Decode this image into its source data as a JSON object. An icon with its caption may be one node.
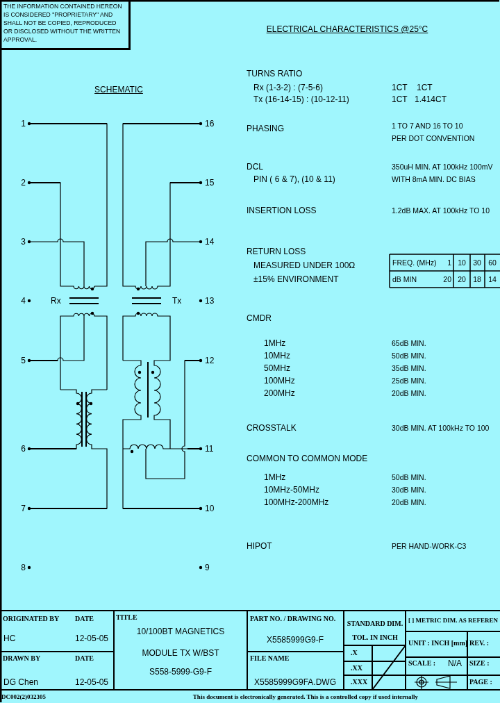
{
  "diagram": {
    "nodes": [
      {
        "text": [
          "THE INFORMATION CONTAINED HEREON IS CONSIDERED \"PROPRIETARY\" AND SHALL NOT BE COPIED, REPRODUCED OR DISCLOSED WITHOUT THE WRITTEN APPROVAL."
        ]
      }
    ],
    "labels": [
      "ELECTRICAL CHARACTERISTICS @25°C",
      "TURNS RATIO",
      "SCHEMATIC",
      "Rx (1-3-2) : (7-5-6)",
      "1CT",
      "1CT",
      "Tx (16-14-15) : (10-12-11)",
      "1CT",
      "1.414CT",
      "1",
      "16",
      "2",
      "15",
      "3",
      "14",
      "4",
      "Rx",
      "Tx",
      "13",
      "5",
      "12",
      "6",
      "11",
      "7",
      "10",
      "8",
      "9",
      "PHASING",
      "1 TO 7 AND 16 TO 10",
      "PER DOT CONVENTION",
      "DCL",
      "350uH MIN. AT 100kHz 100mV",
      "PIN ( 6 & 7), (10 & 11)",
      "WITH 8mA MIN. DC BIAS",
      "INSERTION LOSS",
      "1.2dB MAX. AT 100kHz TO 10",
      "RETURN LOSS",
      "MEASURED UNDER 100Ω",
      "±15% ENVIRONMENT",
      "FREQ. (MHz)",
      "1",
      "10",
      "30",
      "60",
      "dB MIN",
      "20",
      "20",
      "18",
      "14",
      "CMDR",
      "1MHz",
      "65dB MIN.",
      "10MHz",
      "50dB MIN.",
      "50MHz",
      "35dB MIN.",
      "100MHz",
      "25dB MIN.",
      "200MHz",
      "20dB MIN.",
      "CROSSTALK",
      "30dB MIN. AT 100kHz TO 100",
      "COMMON TO COMMON MODE",
      "1MHz",
      "50dB MIN.",
      "10MHz-50MHz",
      "30dB MIN.",
      "100MHz-200MHz",
      "20dB MIN.",
      "HIPOT",
      "PER HAND-WORK-C3",
      "ORIGINATED BY",
      "DATE",
      "TITLE",
      "PART NO. / DRAWING NO.",
      "STANDARD DIM.",
      "[ ] METRIC DIM. AS REFEREN",
      "10/100BT MAGNETICS",
      "HC",
      "12-05-05",
      "X5585999G9-F",
      "TOL. IN INCH",
      "UNIT : INCH [mm]",
      "REV. :",
      "DRAWN BY",
      "DATE",
      "MODULE TX W/BST",
      "FILE NAME",
      ".X",
      "SCALE :",
      "N/A",
      "SIZE :",
      ".XX",
      "S558-5999-G9-F",
      "DG Chen",
      "12-05-05",
      "X5585999G9FA.DWG",
      ".XXX",
      "PAGE :",
      "DC002(2)032305",
      "This document is electronically generated. This is a controlled copy if used internally"
    ]
  }
}
